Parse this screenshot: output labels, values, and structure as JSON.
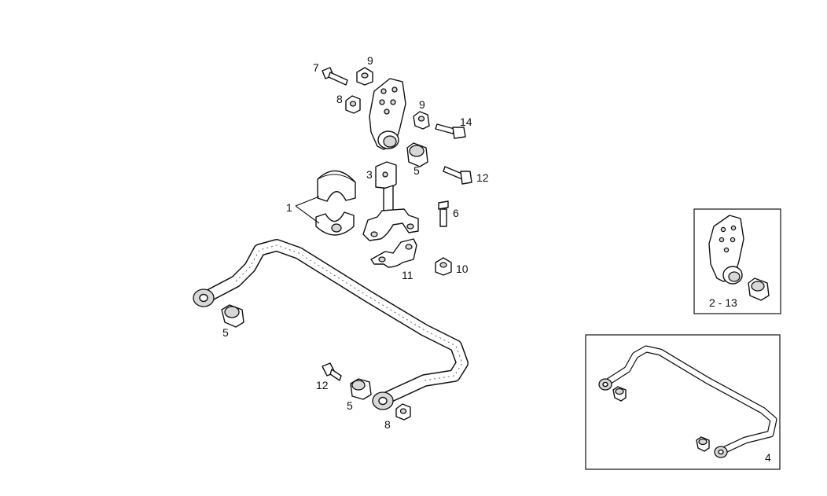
{
  "callouts": {
    "c1": "1",
    "c3": "3",
    "c5_top": "5",
    "c5_left": "5",
    "c5_bottom": "5",
    "c6": "6",
    "c7": "7",
    "c8_top": "8",
    "c8_bottom": "8",
    "c9_left": "9",
    "c9_right": "9",
    "c10": "10",
    "c11": "11",
    "c12_right": "12",
    "c12_bottom": "12",
    "c14": "14"
  },
  "insets": {
    "bracket_label": "2 - 13",
    "bar_label": "4"
  }
}
